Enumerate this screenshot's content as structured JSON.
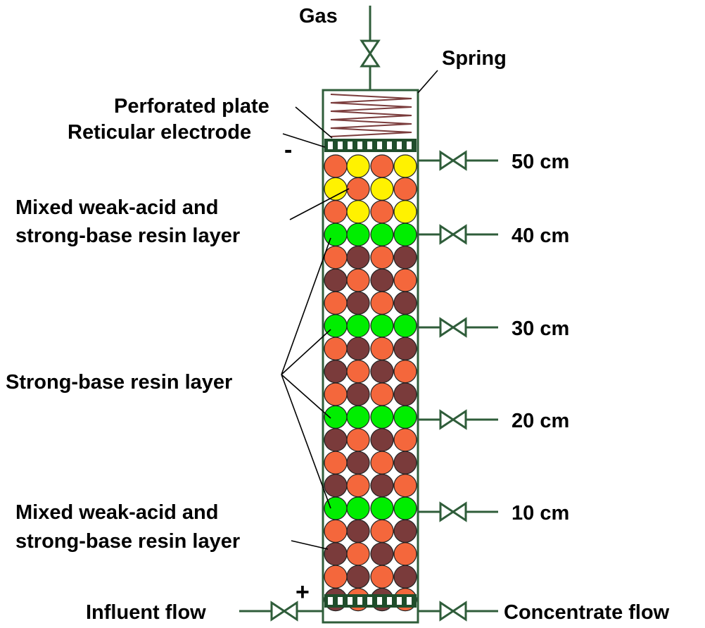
{
  "labels": {
    "gas": "Gas",
    "spring": "Spring",
    "perforated_plate": "Perforated plate",
    "reticular_electrode": "Reticular electrode",
    "minus_sign": "-",
    "plus_sign": "+",
    "mixed_layer_top_line1": "Mixed weak-acid and",
    "mixed_layer_top_line2": "strong-base resin layer",
    "strong_base_layer": "Strong-base resin layer",
    "mixed_layer_bottom_line1": "Mixed weak-acid and",
    "mixed_layer_bottom_line2": "strong-base resin layer",
    "influent_flow": "Influent flow",
    "concentrate_flow": "Concentrate flow"
  },
  "sampling_ports": [
    {
      "label": "50 cm",
      "height_cm": 50
    },
    {
      "label": "40 cm",
      "height_cm": 40
    },
    {
      "label": "30 cm",
      "height_cm": 30
    },
    {
      "label": "20 cm",
      "height_cm": 20
    },
    {
      "label": "10 cm",
      "height_cm": 10
    }
  ],
  "colors": {
    "orange_resin": "#f4673c",
    "yellow_resin": "#fff200",
    "green_resin": "#00ee00",
    "brown_resin": "#7a3b3b",
    "electrode_dark": "#1f4d2b",
    "pipe": "#2f5d3a"
  },
  "resin_rows": [
    [
      "orange",
      "yellow",
      "orange",
      "yellow"
    ],
    [
      "yellow",
      "orange",
      "yellow",
      "orange"
    ],
    [
      "orange",
      "yellow",
      "orange",
      "yellow"
    ],
    [
      "green",
      "green",
      "green",
      "green"
    ],
    [
      "orange",
      "brown",
      "orange",
      "brown"
    ],
    [
      "brown",
      "orange",
      "brown",
      "orange"
    ],
    [
      "orange",
      "brown",
      "orange",
      "brown"
    ],
    [
      "green",
      "green",
      "green",
      "green"
    ],
    [
      "orange",
      "brown",
      "orange",
      "brown"
    ],
    [
      "brown",
      "orange",
      "brown",
      "orange"
    ],
    [
      "orange",
      "brown",
      "orange",
      "brown"
    ],
    [
      "green",
      "green",
      "green",
      "green"
    ],
    [
      "brown",
      "orange",
      "brown",
      "orange"
    ],
    [
      "orange",
      "brown",
      "orange",
      "brown"
    ],
    [
      "brown",
      "orange",
      "brown",
      "orange"
    ],
    [
      "green",
      "green",
      "green",
      "green"
    ],
    [
      "orange",
      "brown",
      "orange",
      "brown"
    ],
    [
      "brown",
      "orange",
      "brown",
      "orange"
    ],
    [
      "orange",
      "brown",
      "orange",
      "brown"
    ],
    [
      "brown",
      "orange",
      "brown",
      "orange"
    ]
  ]
}
